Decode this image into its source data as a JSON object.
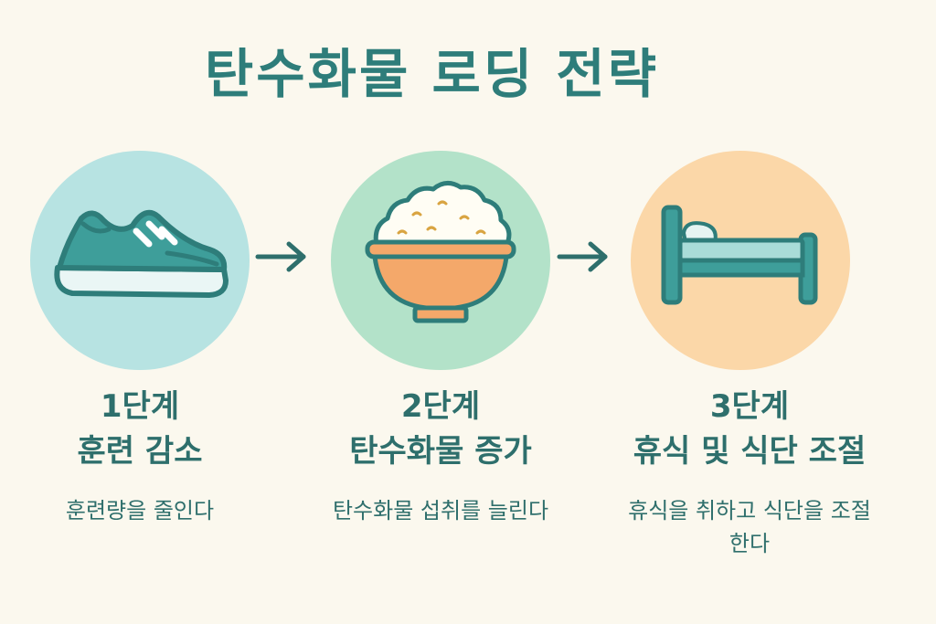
{
  "title": "탄수화물 로딩 전략",
  "colors": {
    "background": "#FBF8EE",
    "teal": "#2E7D7A",
    "circle_1": "#B7E3E2",
    "circle_2": "#B3E2C9",
    "circle_3": "#FBD7A8",
    "bowl": "#F4A86A"
  },
  "steps": [
    {
      "icon": "sneaker-icon",
      "label": "1단계",
      "name": "훈련 감소",
      "description": "훈련량을 줄인다"
    },
    {
      "icon": "rice-bowl-icon",
      "label": "2단계",
      "name": "탄수화물 증가",
      "description": "탄수화물 섭취를 늘린다"
    },
    {
      "icon": "bed-icon",
      "label": "3단계",
      "name": "휴식 및 식단 조절",
      "description": "휴식을 취하고 식단을 조절한다"
    }
  ],
  "connectors": [
    "arrow-right-icon",
    "arrow-right-icon"
  ]
}
